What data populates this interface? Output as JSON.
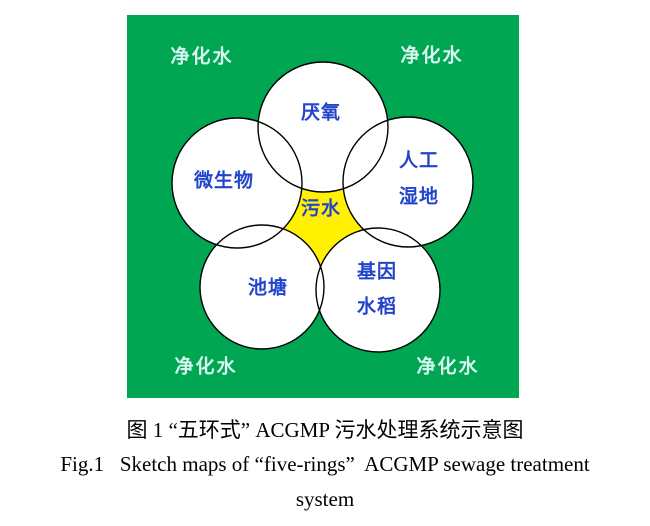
{
  "figure": {
    "colors": {
      "panel_green": "#00A651",
      "center_yellow": "#FFF100",
      "label_blue": "#2244CC",
      "corner_text": "#D8F7F2",
      "circle_fill": "#FFFFFF",
      "circle_stroke": "#000000"
    },
    "corner_labels": {
      "top_left": "净化水",
      "top_right": "净化水",
      "bottom_left": "净化水",
      "bottom_right": "净化水"
    },
    "circle_labels": {
      "anaerobic": "厌氧",
      "microbe": "微生物",
      "wetland_line1": "人工",
      "wetland_line2": "湿地",
      "pond": "池塘",
      "gene_rice_line1": "基因",
      "gene_rice_line2": "水稻"
    },
    "center_label": "污水"
  },
  "caption": {
    "chinese": "图 1 “五环式” ACGMP 污水处理系统示意图",
    "english_line1": "Fig.1   Sketch maps of “five-rings”  ACGMP sewage treatment",
    "english_line2": "system"
  }
}
